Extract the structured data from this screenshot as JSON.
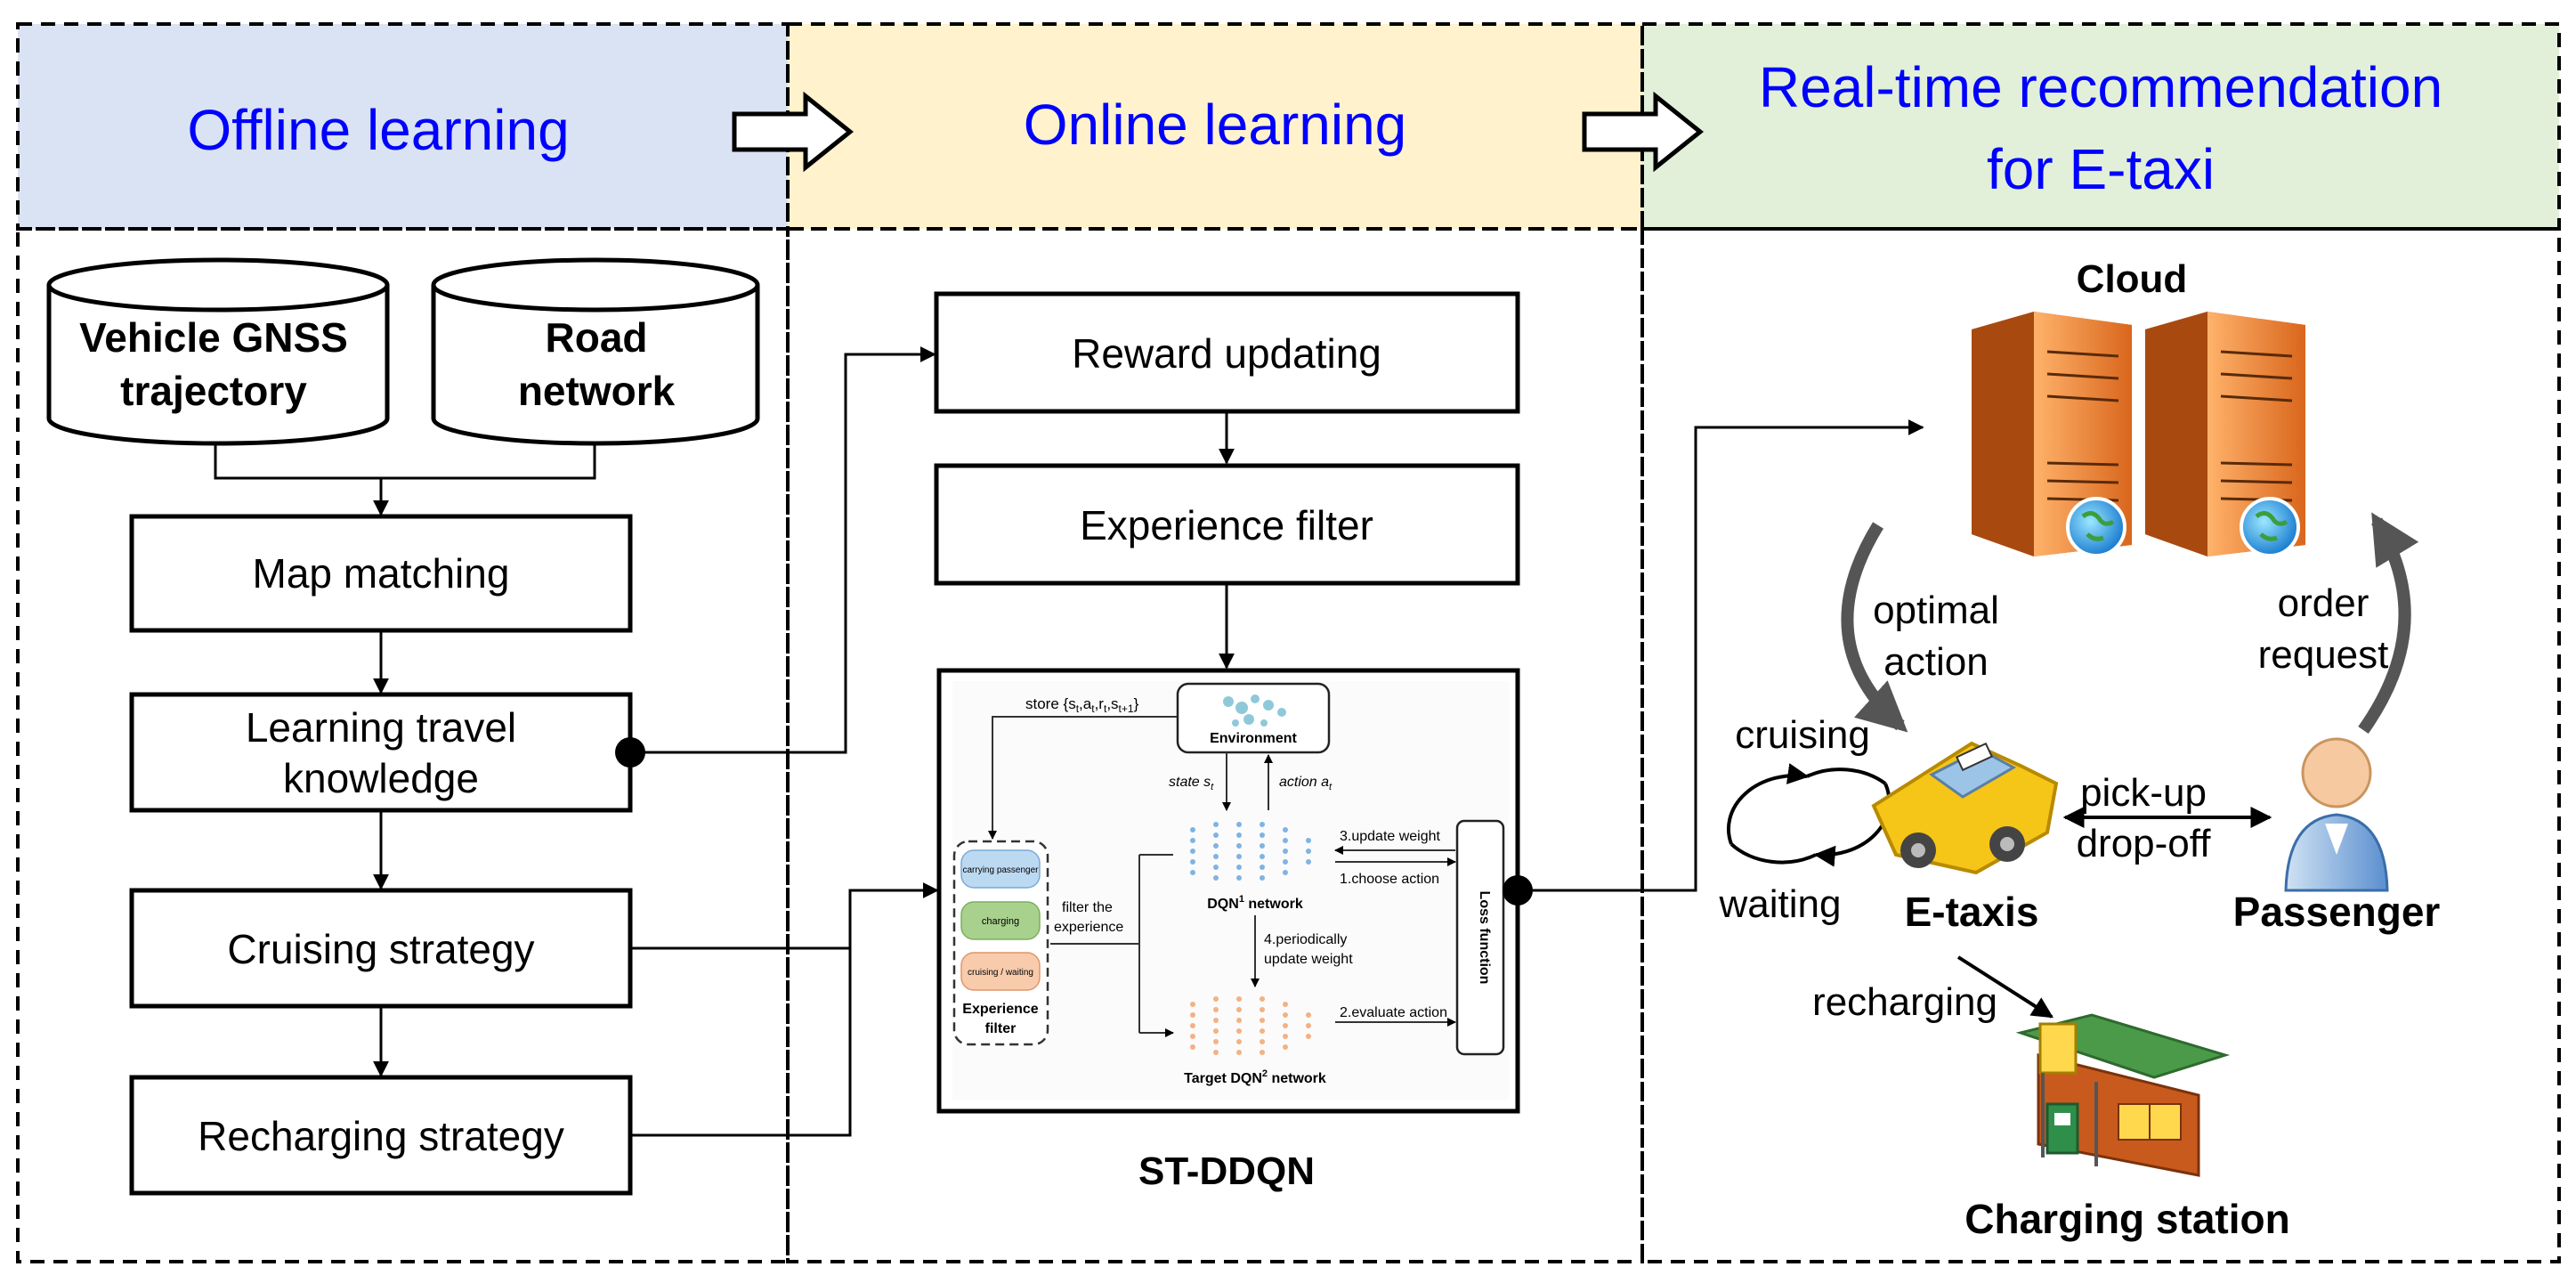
{
  "headers": {
    "offline": "Offline learning",
    "online": "Online learning",
    "realtime_line1": "Real-time recommendation",
    "realtime_line2": "for E-taxi"
  },
  "offline": {
    "db_gnss_line1": "Vehicle GNSS",
    "db_gnss_line2": "trajectory",
    "db_road_line1": "Road",
    "db_road_line2": "network",
    "map_matching": "Map matching",
    "learning_line1": "Learning travel",
    "learning_line2": "knowledge",
    "cruising_strategy": "Cruising strategy",
    "recharging_strategy": "Recharging strategy"
  },
  "online": {
    "reward_updating": "Reward updating",
    "experience_filter": "Experience filter",
    "ddqn_caption": "ST-DDQN",
    "inner": {
      "store_label": "store {s",
      "store_sub1": "t",
      "store_mid1": ",a",
      "store_sub2": "t",
      "store_mid2": ",r",
      "store_sub3": "t",
      "store_mid3": ",s",
      "store_sub4": "t+1",
      "store_end": "}",
      "environment": "Environment",
      "state_label": "state s",
      "state_sub": "t",
      "action_label": "action a",
      "action_sub": "t",
      "buffer_carrying": "carrying passenger",
      "buffer_charging": "charging",
      "buffer_cruising": "cruising / waiting",
      "buffer_title_line1": "Experience",
      "buffer_title_line2": "filter",
      "filter_line1": "filter the",
      "filter_line2": "experience",
      "dqn1": "DQN",
      "dqn1_sup": "1",
      "dqn1_tail": " network",
      "dqn2": "Target DQN",
      "dqn2_sup": "2",
      "dqn2_tail": " network",
      "update_weight": "3.update weight",
      "choose_action": "1.choose action",
      "periodic_line1": "4.periodically",
      "periodic_line2": "update weight",
      "evaluate_action": "2.evaluate action",
      "loss_function": "Loss function"
    }
  },
  "realtime": {
    "cloud": "Cloud",
    "optimal_line1": "optimal",
    "optimal_line2": "action",
    "order_line1": "order",
    "order_line2": "request",
    "cruising": "cruising",
    "waiting": "waiting",
    "etaxis": "E-taxis",
    "pickup": "pick-up",
    "dropoff": "drop-off",
    "passenger": "Passenger",
    "recharging": "recharging",
    "charging_station": "Charging station"
  },
  "colors": {
    "offline_header_bg": "#dae3f3",
    "online_header_bg": "#fff2cc",
    "realtime_header_bg": "#e2f0d9",
    "header_text": "#0000ff",
    "server_orange": "#f08a3c",
    "taxi_yellow": "#f5c518",
    "passenger_blue": "#6fa8dc"
  }
}
